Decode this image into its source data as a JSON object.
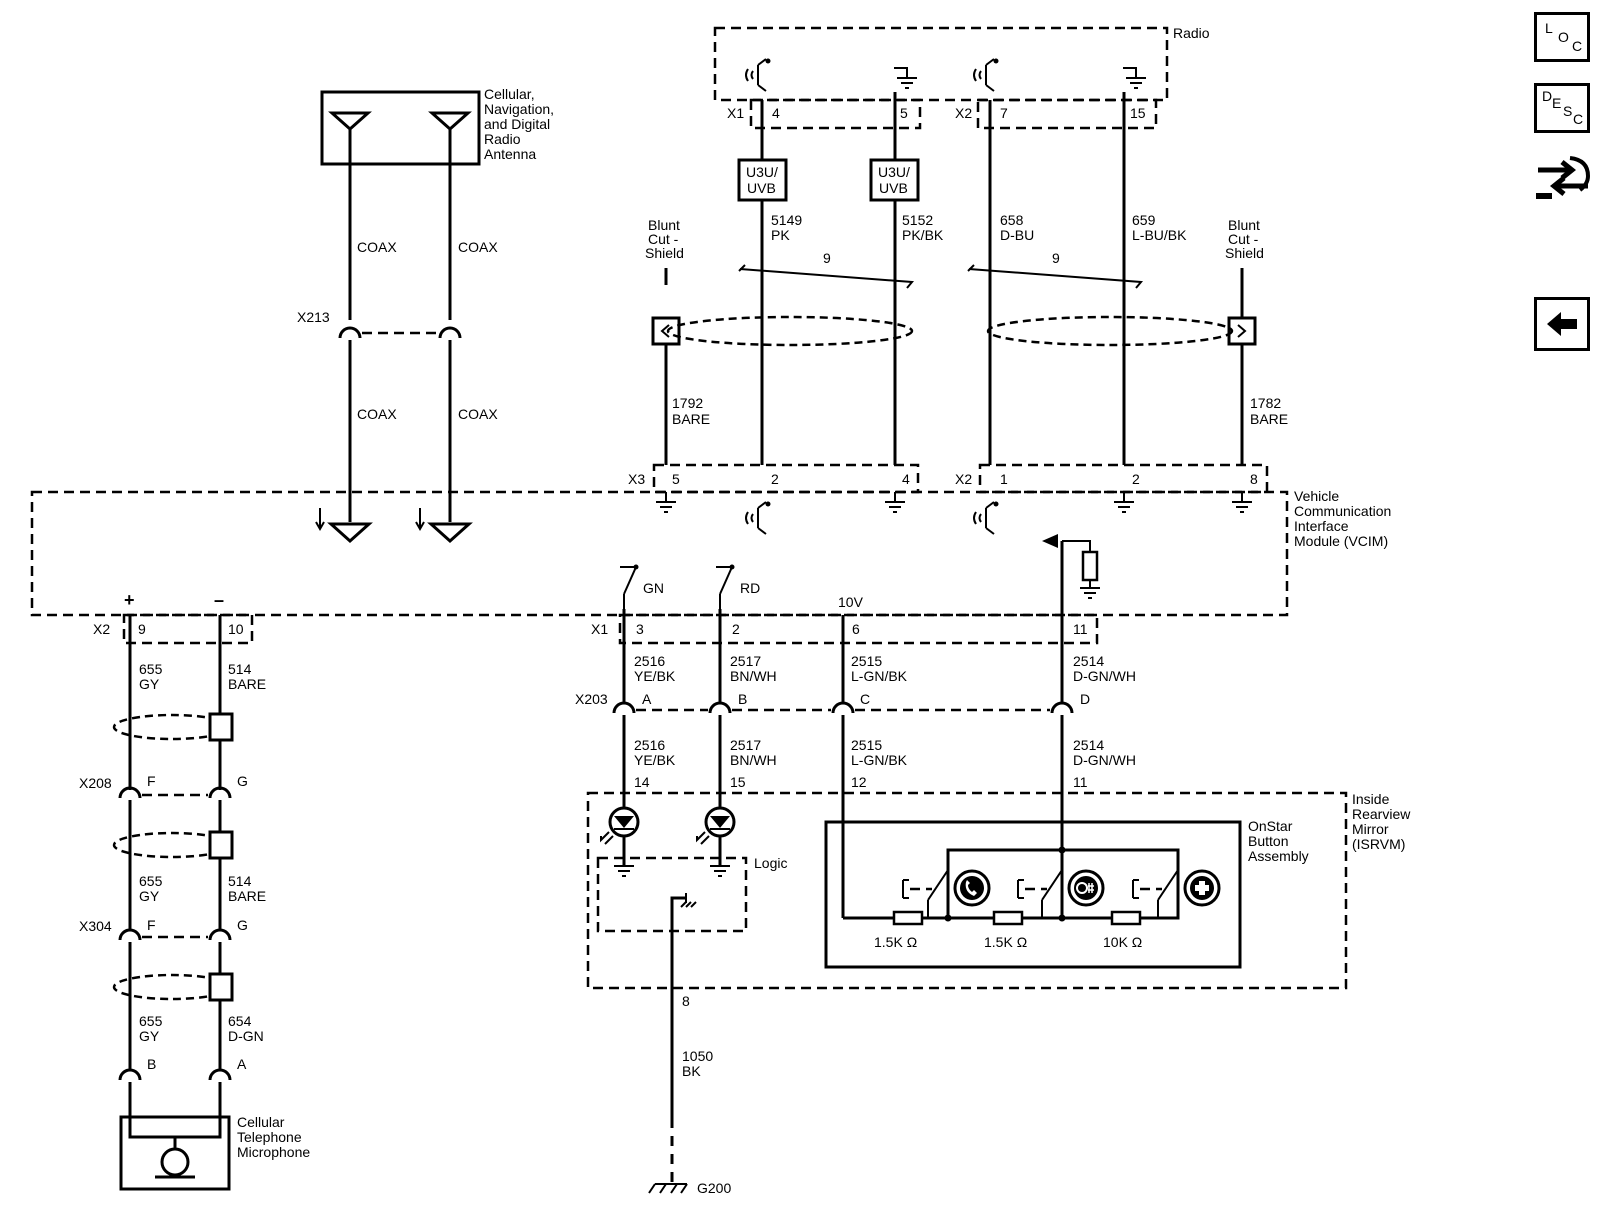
{
  "components": {
    "radio": "Radio",
    "vcim": [
      "Vehicle",
      "Communication",
      "Interface",
      "Module (VCIM)"
    ],
    "antenna": [
      "Cellular,",
      "Navigation,",
      "and Digital",
      "Radio",
      "Antenna"
    ],
    "isrvm": [
      "Inside",
      "Rearview",
      "Mirror",
      "(ISRVM)"
    ],
    "onstar": [
      "OnStar",
      "Button",
      "Assembly"
    ],
    "microphone": [
      "Cellular",
      "Telephone",
      "Microphone"
    ],
    "logic": "Logic",
    "blunt_cut": [
      "Blunt",
      "Cut -",
      "Shield"
    ]
  },
  "connectors": {
    "x1": "X1",
    "x2": "X2",
    "x3": "X3",
    "x213": "X213",
    "x203": "X203",
    "x208": "X208",
    "x304": "X304",
    "g200": "G200"
  },
  "pins": {
    "radio_x1_4": "4",
    "radio_x1_5": "5",
    "radio_x2_7": "7",
    "radio_x2_15": "15",
    "vcim_x3_5": "5",
    "vcim_x3_2": "2",
    "vcim_x3_4": "4",
    "vcim_x2_1": "1",
    "vcim_x2_2": "2",
    "vcim_x2_8": "8",
    "vcim_x2_9": "9",
    "vcim_x2_10": "10",
    "vcim_x1_3": "3",
    "vcim_x1_2": "2",
    "vcim_x1_6": "6",
    "vcim_x1_11": "11",
    "x203_a": "A",
    "x203_b": "B",
    "x203_c": "C",
    "x203_d": "D",
    "x208_f": "F",
    "x208_g": "G",
    "x304_f": "F",
    "x304_g": "G",
    "mic_b": "B",
    "mic_a": "A",
    "mirror_14": "14",
    "mirror_15": "15",
    "mirror_12": "12",
    "mirror_11": "11",
    "mirror_8": "8"
  },
  "wires": {
    "coax": "COAX",
    "w5149": [
      "5149",
      "PK"
    ],
    "w5152": [
      "5152",
      "PK/BK"
    ],
    "w658": [
      "658",
      "D-BU"
    ],
    "w659": [
      "659",
      "L-BU/BK"
    ],
    "twist": "9",
    "w1792": [
      "1792",
      "BARE"
    ],
    "w1782": [
      "1782",
      "BARE"
    ],
    "w655": [
      "655",
      "GY"
    ],
    "w514": [
      "514",
      "BARE"
    ],
    "w654": [
      "654",
      "D-GN"
    ],
    "w2516": [
      "2516",
      "YE/BK"
    ],
    "w2517": [
      "2517",
      "BN/WH"
    ],
    "w2515": [
      "2515",
      "L-GN/BK"
    ],
    "w2514": [
      "2514",
      "D-GN/WH"
    ],
    "w1050": [
      "1050",
      "BK"
    ]
  },
  "labels": {
    "option": [
      "U3U/",
      "UVB"
    ],
    "gn": "GN",
    "rd": "RD",
    "v10": "10V",
    "plus": "+",
    "minus": "–",
    "r1": "1.5K Ω",
    "r2": "1.5K Ω",
    "r3": "10K Ω"
  },
  "nav": {
    "loc": [
      "L",
      "O",
      "C"
    ],
    "desc": [
      "D",
      "E",
      "S",
      "C"
    ]
  }
}
